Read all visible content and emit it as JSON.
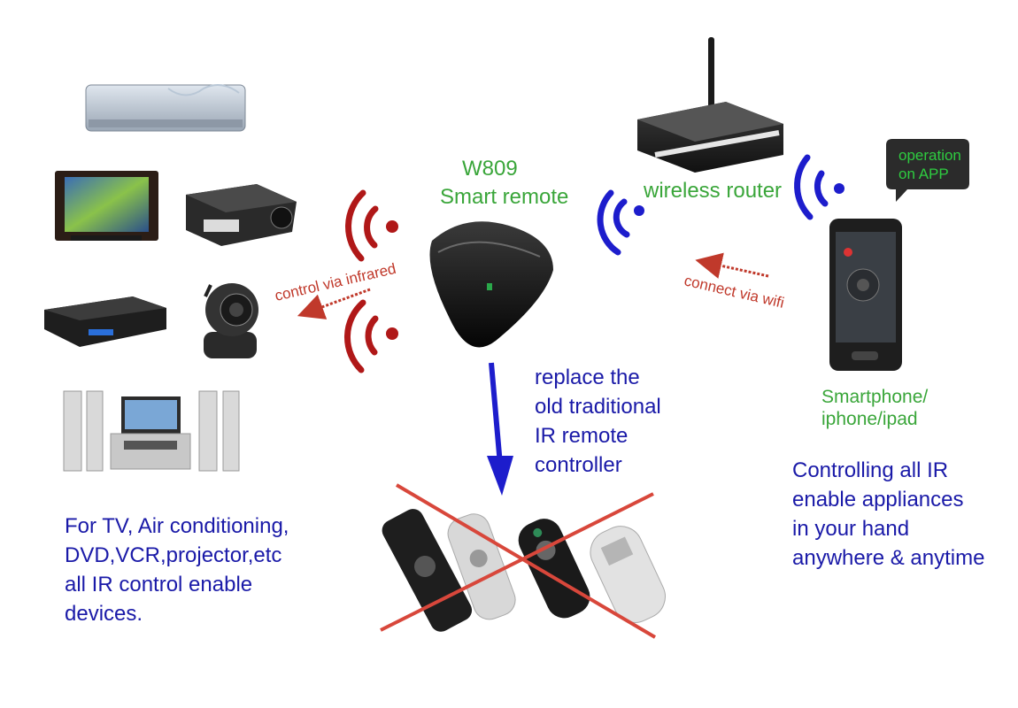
{
  "hub": {
    "model": "W809",
    "name": "Smart remote"
  },
  "router": {
    "label": "wireless router"
  },
  "app_bubble": {
    "line1": "operation",
    "line2": "on APP"
  },
  "phone": {
    "line1": "Smartphone/",
    "line2": "iphone/ipad"
  },
  "infrared_label": "control via infrared",
  "wifi_label": "connect via wifi",
  "replace_text": [
    "replace the",
    "old traditional",
    "IR remote",
    "controller"
  ],
  "devices_text": [
    "For TV, Air conditioning,",
    "DVD,VCR,projector,etc",
    "all IR control enable",
    "devices."
  ],
  "control_text": [
    "Controlling all IR",
    "enable appliances",
    "in your hand",
    "anywhere & anytime"
  ],
  "colors": {
    "green": "#3aa63a",
    "blue": "#1a1aa8",
    "red": "#c0392b",
    "signal_blue": "#1d1dcc",
    "signal_red": "#b01818"
  }
}
